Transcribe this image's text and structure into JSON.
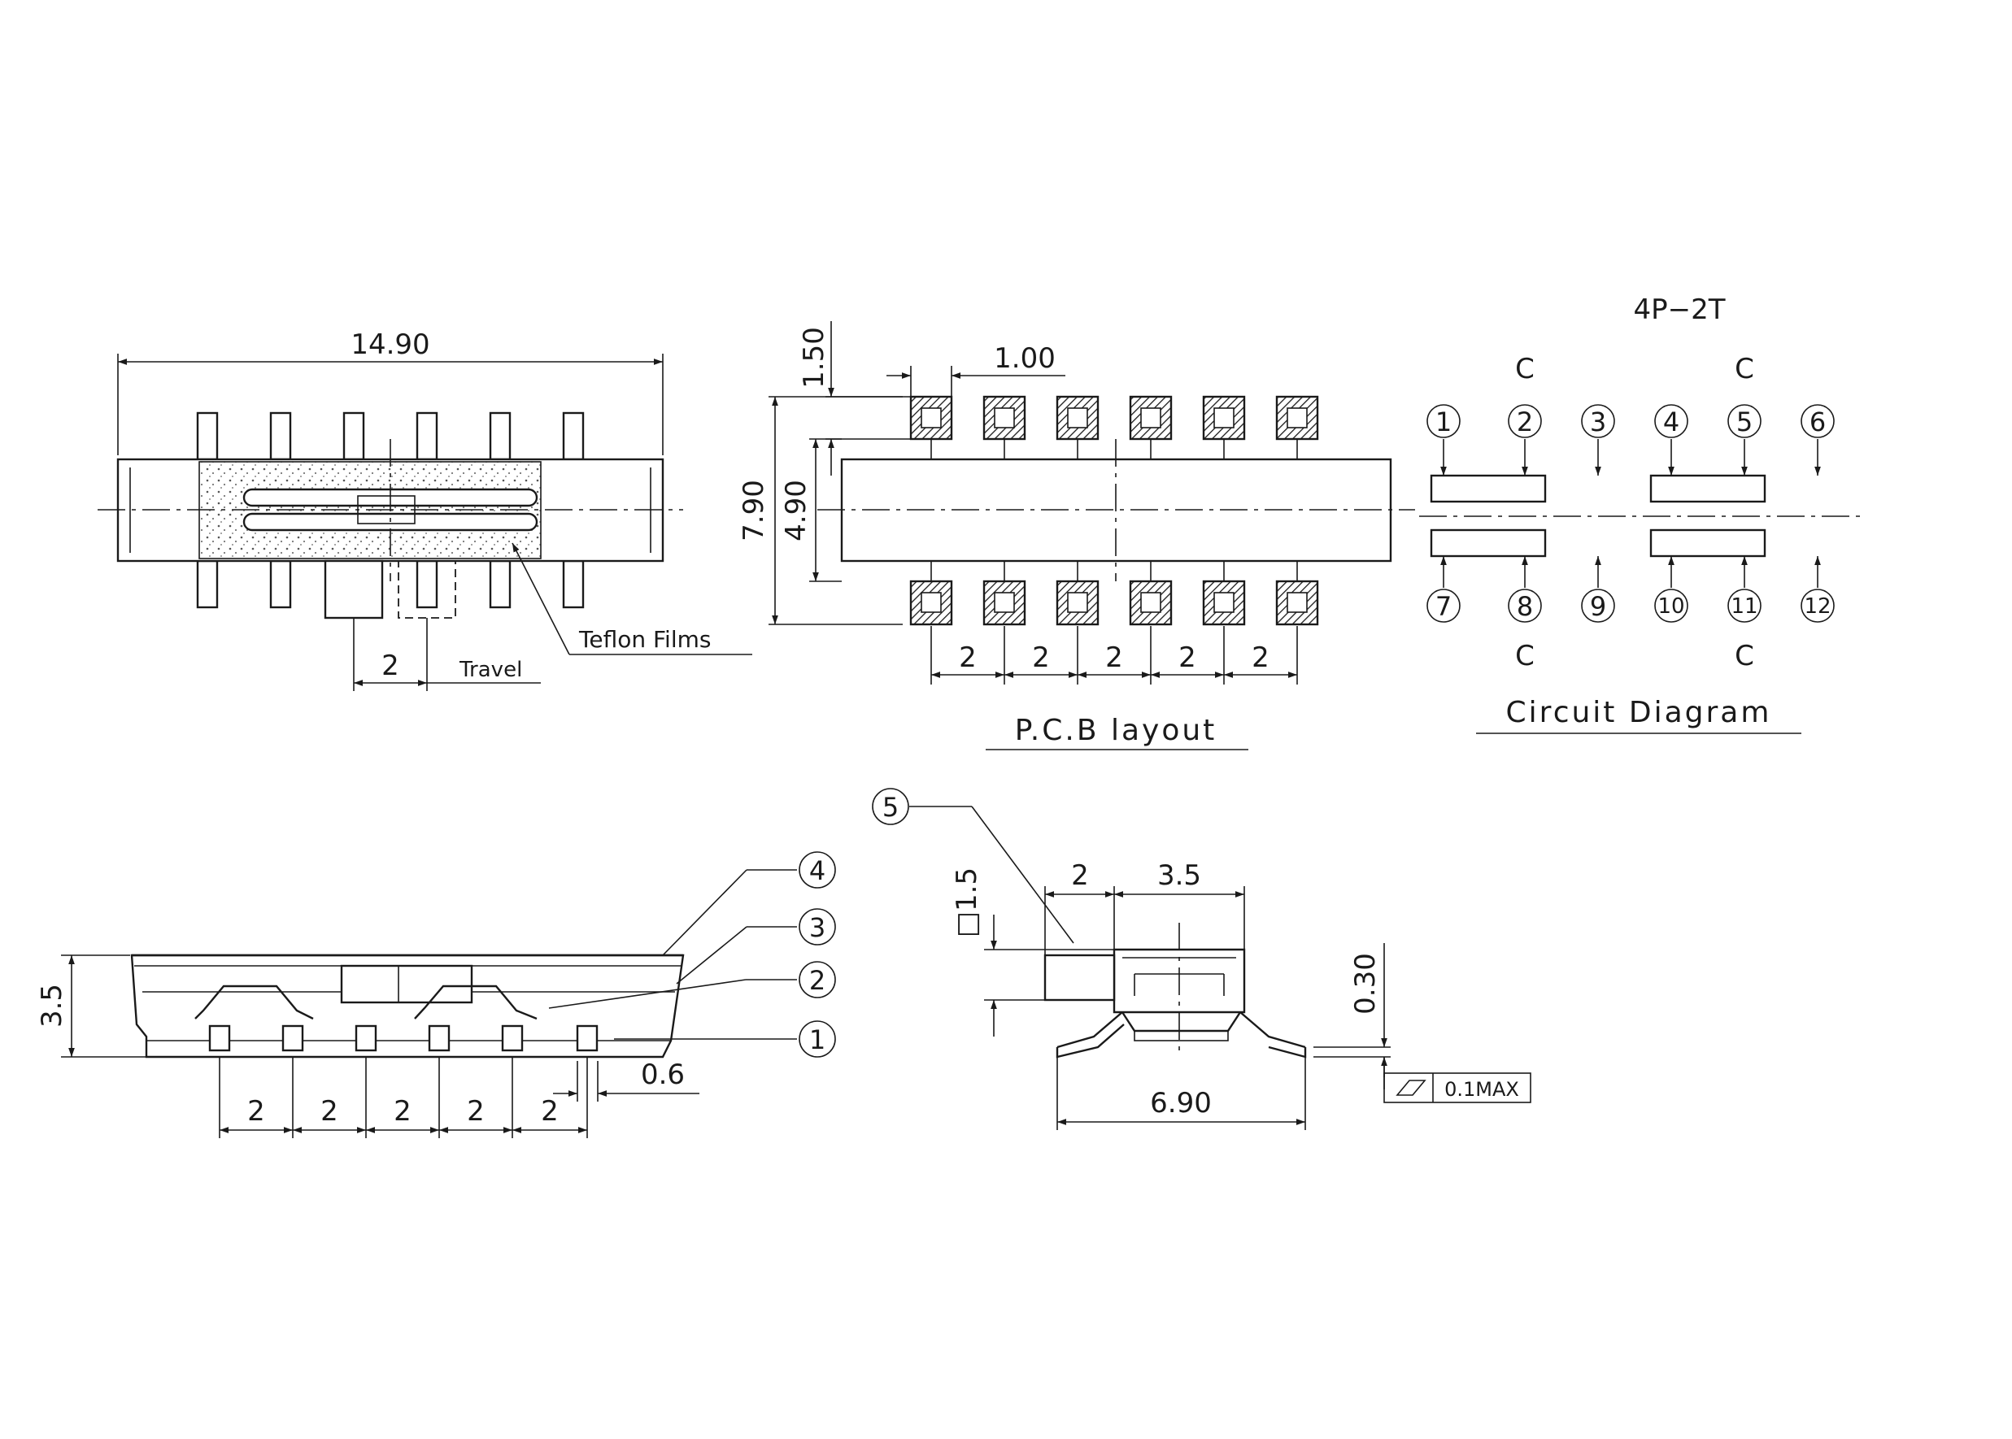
{
  "top_view": {
    "width_dim": "14.90",
    "travel_dim": "2",
    "travel_label": "Travel",
    "teflon_label": "Teflon Films"
  },
  "pcb_layout": {
    "pad_height_dim": "1.50",
    "pad_width_dim": "1.00",
    "outer_dim": "7.90",
    "inner_dim": "4.90",
    "pitch_dims": [
      "2",
      "2",
      "2",
      "2",
      "2"
    ],
    "title": "P.C.B layout"
  },
  "circuit": {
    "type_label": "4P−2T",
    "common_label": "C",
    "top_pins": [
      "1",
      "2",
      "3",
      "4",
      "5",
      "6"
    ],
    "bottom_pins": [
      "7",
      "8",
      "9",
      "10",
      "11",
      "12"
    ],
    "title": "Circuit  Diagram"
  },
  "side_view": {
    "height_dim": "3.5",
    "pitch_dims": [
      "2",
      "2",
      "2",
      "2",
      "2"
    ],
    "pin_width_dim": "0.6",
    "callouts": [
      "4",
      "3",
      "2",
      "1"
    ]
  },
  "end_view": {
    "callout": "5",
    "actuator_dim": "□1.5",
    "offset_dim": "2",
    "actuator_width_dim": "3.5",
    "total_width_dim": "6.90",
    "lead_thickness_dim": "0.30",
    "flatness_value": "0.1MAX"
  }
}
